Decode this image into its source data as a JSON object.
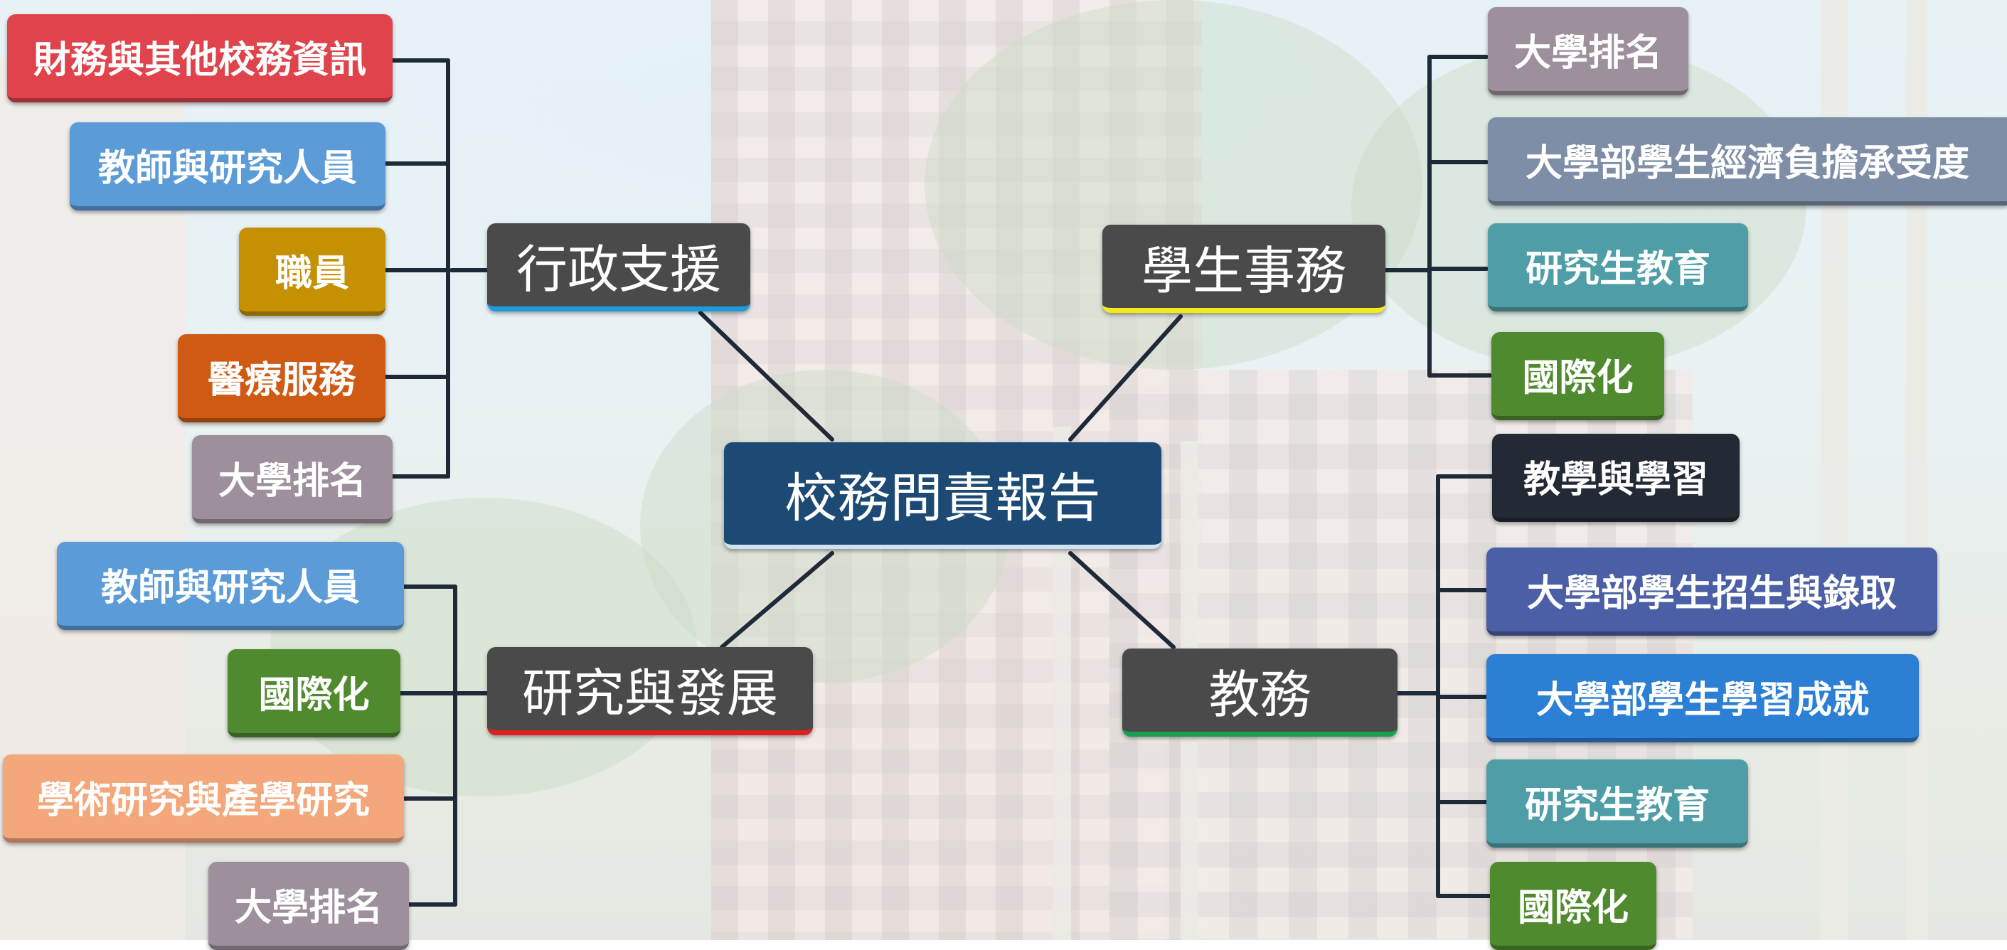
{
  "diagram": {
    "center": {
      "label": "校務問責報告",
      "color": "#1d4a75"
    },
    "branches": [
      {
        "label": "行政支援",
        "accent": "#1e9be0",
        "children": [
          {
            "label": "財務與其他校務資訊",
            "color": "#e0434b"
          },
          {
            "label": "教師與研究人員",
            "color": "#5a9bd8"
          },
          {
            "label": "職員",
            "color": "#c59103"
          },
          {
            "label": "醫療服務",
            "color": "#cf5a14"
          },
          {
            "label": "大學排名",
            "color": "#9d8f9c"
          }
        ]
      },
      {
        "label": "研究與發展",
        "accent": "#e02020",
        "children": [
          {
            "label": "教師與研究人員",
            "color": "#5a9bd8"
          },
          {
            "label": "國際化",
            "color": "#4f8a2e"
          },
          {
            "label": "學術研究與產學研究",
            "color": "#f3a77a"
          },
          {
            "label": "大學排名",
            "color": "#9d8f9c"
          }
        ]
      },
      {
        "label": "學生事務",
        "accent": "#f4ea1a",
        "children": [
          {
            "label": "大學排名",
            "color": "#9d8f9c"
          },
          {
            "label": "大學部學生經濟負擔承受度",
            "color": "#7d8ea6"
          },
          {
            "label": "研究生教育",
            "color": "#4f9ea7"
          },
          {
            "label": "國際化",
            "color": "#4f8a2e"
          }
        ]
      },
      {
        "label": "教務",
        "accent": "#1aa050",
        "children": [
          {
            "label": "教學與學習",
            "color": "#232a36"
          },
          {
            "label": "大學部學生招生與錄取",
            "color": "#4a5fa6"
          },
          {
            "label": "大學部學生學習成就",
            "color": "#2b7fd4"
          },
          {
            "label": "研究生教育",
            "color": "#4f9ea7"
          },
          {
            "label": "國際化",
            "color": "#4f8a2e"
          }
        ]
      }
    ]
  }
}
